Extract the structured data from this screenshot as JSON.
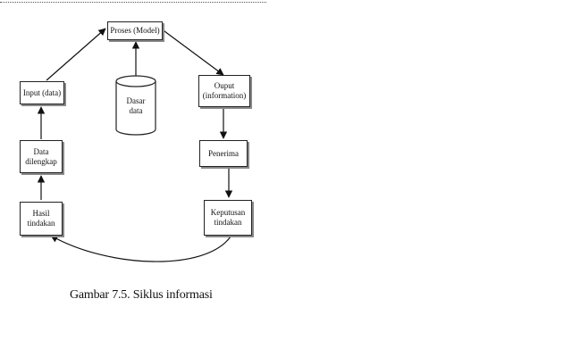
{
  "nodes": {
    "proses": "Proses (Model)",
    "input": "Input (data)",
    "output": "Ouput\n(information)",
    "dasar_data": "Dasar\ndata",
    "data_dilengkap": "Data\ndilengkap",
    "penerima": "Penerima",
    "hasil_tindakan": "Hasil\ntindakan",
    "keputusan_tindakan": "Keputusan\ntindakan"
  },
  "caption": "Gambar 7.5. Siklus informasi"
}
